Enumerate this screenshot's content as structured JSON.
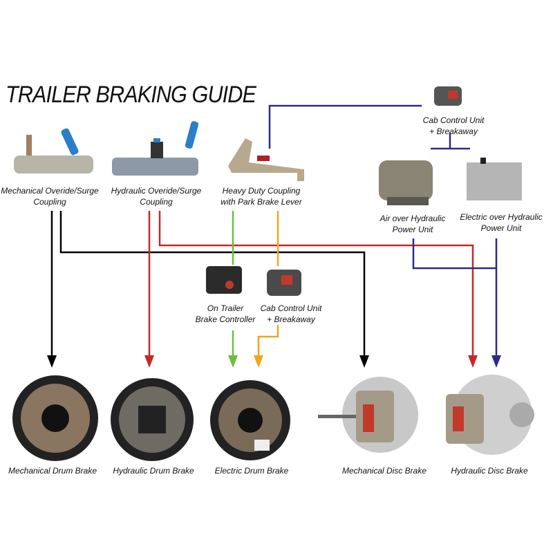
{
  "title": "TRAILER BRAKING GUIDE",
  "couplings": [
    {
      "line1": "Mechanical Overide/Surge",
      "line2": "Coupling"
    },
    {
      "line1": "Hydraulic Overide/Surge",
      "line2": "Coupling"
    },
    {
      "line1": "Heavy Duty Coupling",
      "line2": "with Park Brake Lever"
    }
  ],
  "controllers": {
    "cab_top": {
      "line1": "Cab Control Unit",
      "line2": "+ Breakaway"
    },
    "on_trailer": {
      "line1": "On Trailer",
      "line2": "Brake Controller"
    },
    "cab_mid": {
      "line1": "Cab Control Unit",
      "line2": "+ Breakaway"
    },
    "air_power": {
      "line1": "Air over Hydraulic",
      "line2": "Power Unit"
    },
    "electric_power": {
      "line1": "Electric over Hydraulic",
      "line2": "Power Unit"
    }
  },
  "brakes": [
    "Mechanical Drum Brake",
    "Hydraulic Drum Brake",
    "Electric Drum Brake",
    "Mechanical Disc Brake",
    "Hydraulic Disc Brake"
  ],
  "colors": {
    "mechanical": "#000000",
    "hydraulic": "#c62828",
    "electric": "#6abf3a",
    "cab": "#f2a51f",
    "power": "#2e2a86"
  }
}
